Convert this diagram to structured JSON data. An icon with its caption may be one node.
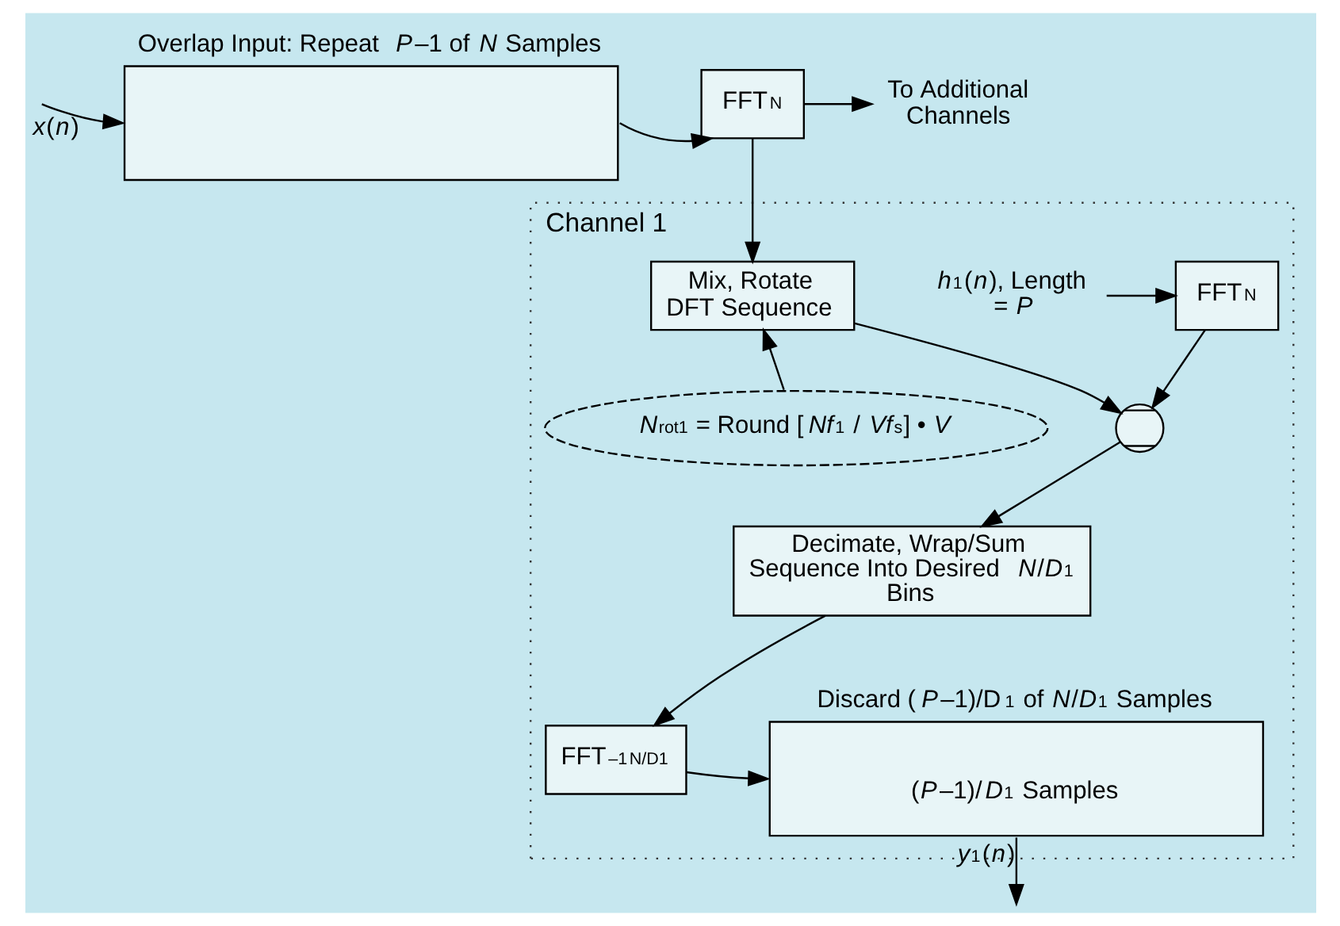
{
  "diagram": {
    "nodes": [
      {
        "text": [
          "Channel 1"
        ]
      },
      {
        "text": [
          "Overlap Input: Repeat *P*–1 of *N* Samples"
        ]
      },
      {
        "text": [
          "FFT$_{N}$"
        ]
      },
      {
        "text": [
          "To Additional Channels"
        ]
      },
      {
        "text": [
          "Mix, Rotate DFT Sequence"
        ],
        "in": 0
      },
      {
        "text": [
          "*h*$_{1}$(*n*), Length = *P*"
        ],
        "in": 0
      },
      {
        "text": [
          "FFT$_{N}$"
        ],
        "in": 0
      },
      {
        "text": [],
        "shape": "circle",
        "in": 0
      },
      {
        "text": [
          "*N*$_{rot1}$ = Round [*Nf*$_{1}$ / *Vf*$_{s}$] • *V*"
        ],
        "in": 0
      },
      {
        "text": [
          "Decimate, Wrap/Sum Sequence Into Desired *N*/*D*$_{1}$ Bins"
        ],
        "in": 0
      },
      {
        "text": [
          "FFT$^{–1}$$_{N/D1}$"
        ],
        "in": 0
      },
      {
        "text": [
          "Discard (*P*–1)/D$_{1}$ of *N*/*D*$_{1}$ Samples",
          "(*P*–1)/*D*$_{1}$ Samples"
        ],
        "in": 0
      }
    ],
    "edges": [
      {
        "from": null,
        "to": 1,
        "arrow": "to",
        "label": "*x*(*n*)"
      },
      {
        "from": 1,
        "to": 2,
        "arrow": "to"
      },
      {
        "from": 2,
        "to": 3,
        "arrow": "to"
      },
      {
        "from": 2,
        "to": 4,
        "arrow": "to"
      },
      {
        "from": 5,
        "to": 6,
        "arrow": "to"
      },
      {
        "from": 6,
        "to": 7,
        "arrow": "to"
      },
      {
        "from": 4,
        "to": 7,
        "arrow": "to"
      },
      {
        "from": 8,
        "to": 4,
        "arrow": "to"
      },
      {
        "from": 7,
        "to": 9,
        "arrow": "to"
      },
      {
        "from": 9,
        "to": 10,
        "arrow": "to"
      },
      {
        "from": 10,
        "to": 11,
        "arrow": "to"
      },
      {
        "from": 11,
        "to": null,
        "arrow": "to",
        "label": "*y*$_{1}$(*n*)"
      }
    ]
  }
}
